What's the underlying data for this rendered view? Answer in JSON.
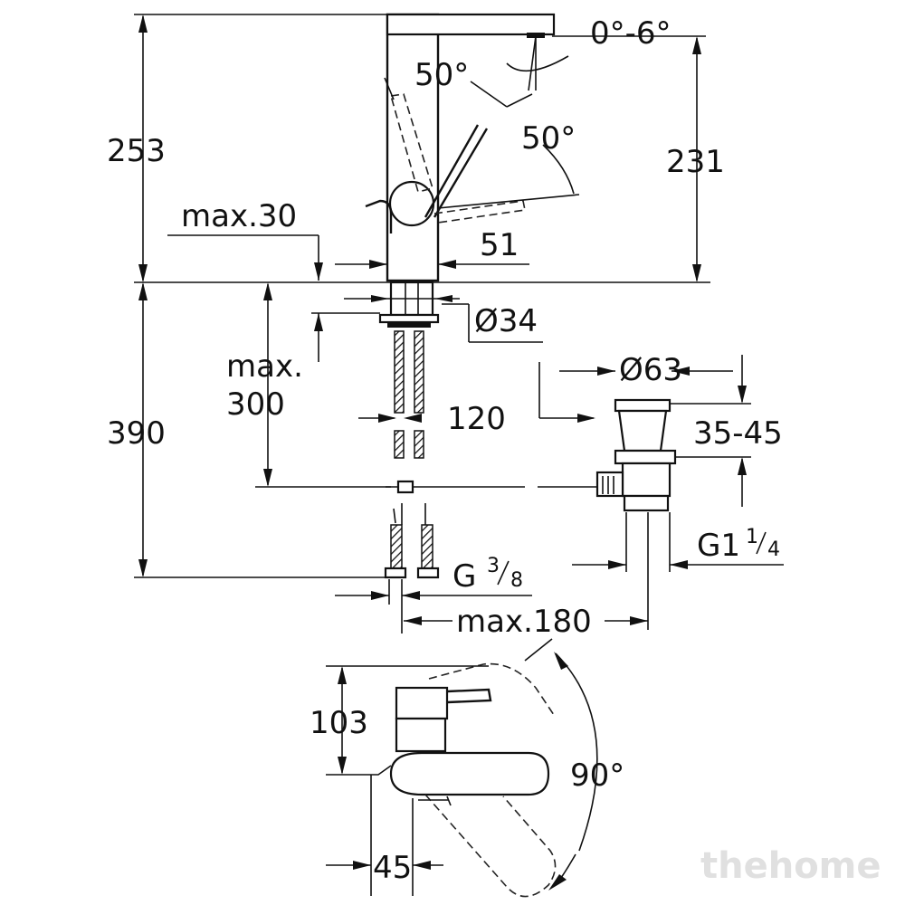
{
  "dimensions": {
    "total_height": "253",
    "spout_height": "231",
    "max_30": "max.30",
    "body_width": "51",
    "hole_dia": "Ø34",
    "max_300_a": "max.",
    "max_300_b": "300",
    "below_height": "390",
    "hose_120": "120",
    "waste_dia": "Ø63",
    "waste_range": "35-45",
    "waste_thread": "G1",
    "waste_frac_num": "1",
    "waste_frac_den": "4",
    "conn_thread": "G",
    "conn_frac_num": "3",
    "conn_frac_den": "8",
    "max_180": "max.180",
    "lever_angle_a": "50°",
    "lever_angle_b": "50°",
    "tilt_angle": "0°-6°",
    "top_height": "103",
    "top_offset": "45",
    "swivel_angle": "90°"
  },
  "watermark": "thehome",
  "colors": {
    "line": "#111111",
    "background": "#ffffff",
    "watermark": "#e0e0e0"
  }
}
